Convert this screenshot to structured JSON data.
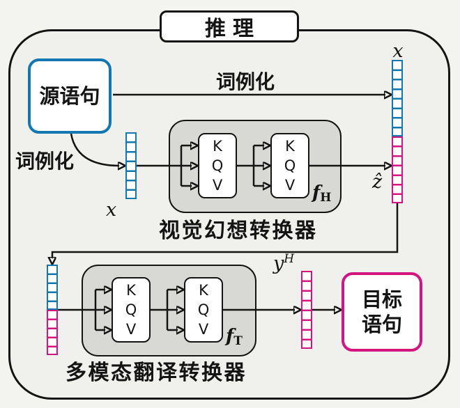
{
  "title": "推理",
  "colors": {
    "blue": "#1478b0",
    "magenta": "#d4147f",
    "gray": "#d8d8d5",
    "ink": "#141414",
    "bg": "#f3f3f0",
    "panel": "#f0f0ed"
  },
  "boxes": {
    "source": "源语句",
    "target": [
      "目标",
      "语句"
    ]
  },
  "labels": {
    "tokenize_top": "词例化",
    "tokenize_left": "词例化",
    "x_top": "x",
    "x_mid": "x",
    "z_hat": "ẑ",
    "y_base": "y",
    "y_sup": "H",
    "f_base": "f",
    "f_h_sub": "H",
    "f_t_sub": "T",
    "caption_hallucination": "视觉幻想转换器",
    "caption_translation": "多模态翻译转换器"
  },
  "attention_keys": [
    "K",
    "Q",
    "V"
  ],
  "vectors": {
    "x_top": {
      "color": "blue",
      "cells": 8
    },
    "z_hat": {
      "color": "magenta",
      "cells": 7
    },
    "x_mid": {
      "color": "blue",
      "cells": 7
    },
    "fused_top": {
      "color": "blue",
      "cells": 5
    },
    "fused_bottom": {
      "color": "magenta",
      "cells": 5
    },
    "y_out": {
      "color": "magenta",
      "cells": 8
    }
  }
}
